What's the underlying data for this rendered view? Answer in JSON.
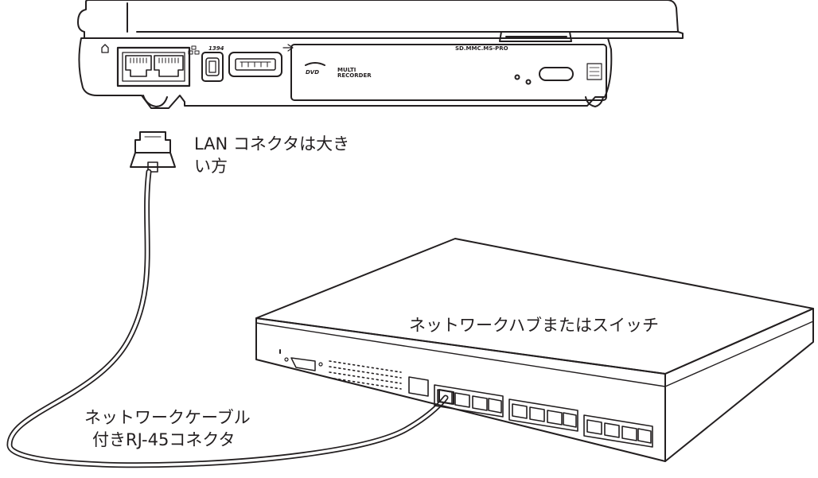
{
  "labels": {
    "lan_connector_line1": "LAN コネクタは大き",
    "lan_connector_line2": "い方",
    "hub_switch": "ネットワークハブまたはスイッチ",
    "cable_line1": "ネットワークケーブル",
    "cable_line2": "付きRJ-45コネクタ"
  },
  "laptop_port_labels": {
    "firewire": "1394",
    "card_reader": "SD.MMC.MS-PRO",
    "dvd": "DVD",
    "dvd_sub": "MULTI",
    "dvd_sub2": "RECORDER"
  },
  "colors": {
    "line": "#231f20",
    "background": "#ffffff"
  }
}
